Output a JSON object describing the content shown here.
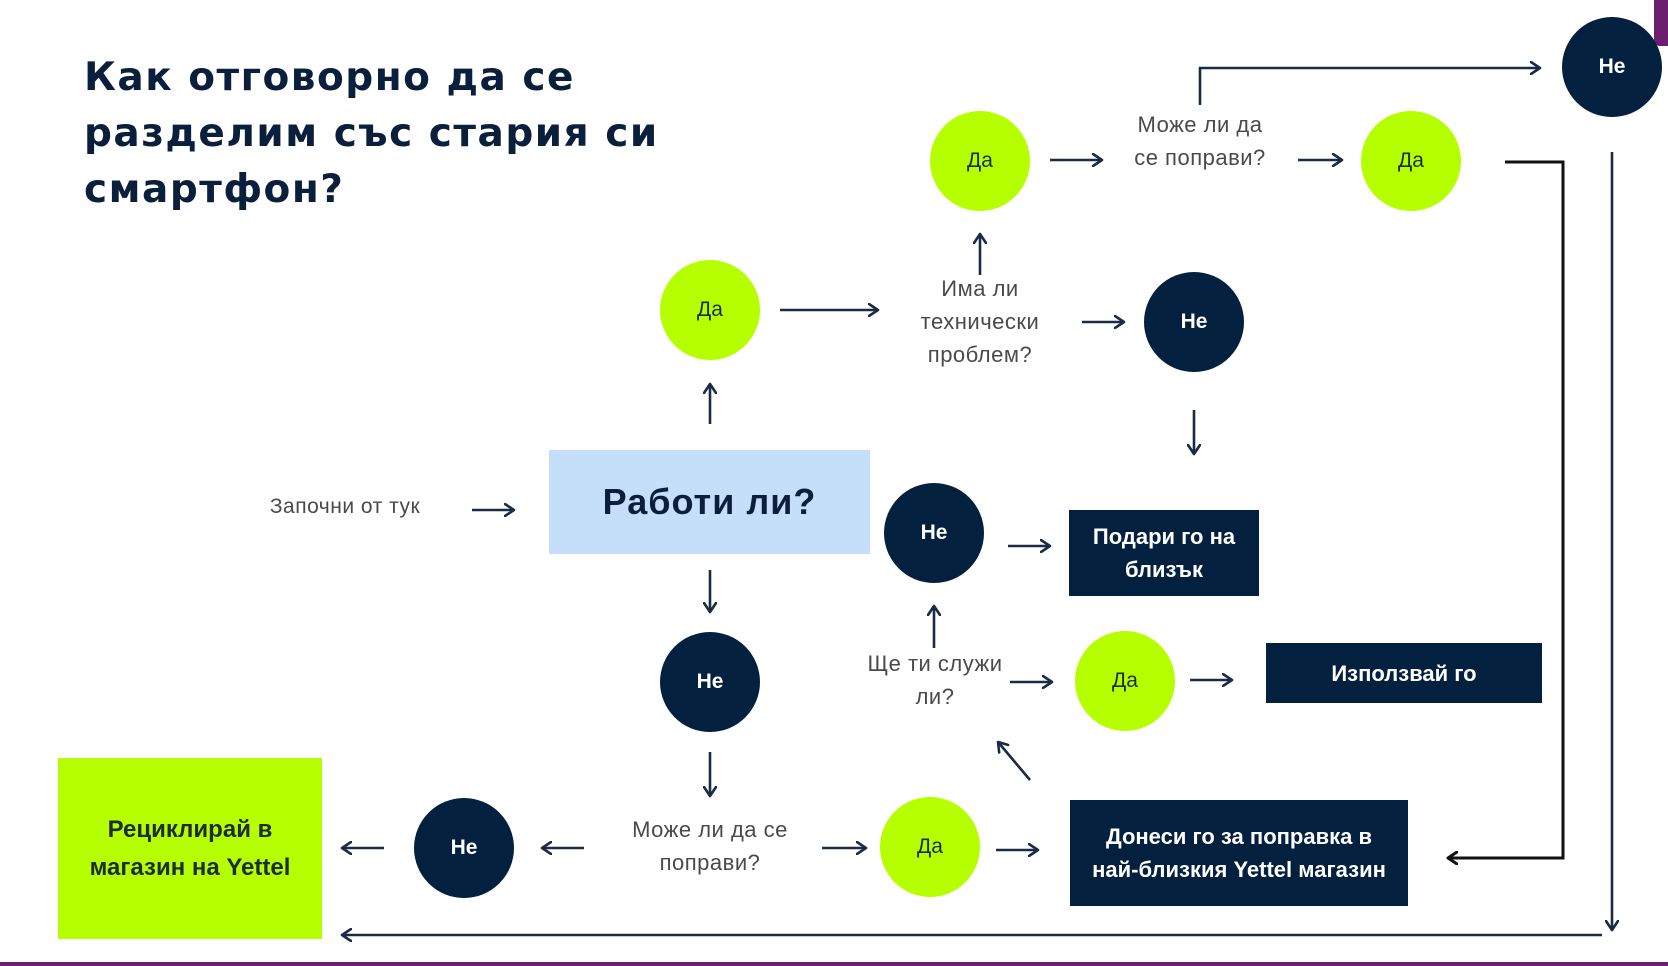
{
  "title": "Как отговорно да се разделим със стария си смартфон?",
  "start_label": "Започни от тук",
  "start_question": "Работи ли?",
  "nodes": {
    "yes_label": "Да",
    "no_label": "Не"
  },
  "questions": {
    "technical_problem": "Има ли технически проблем?",
    "can_be_fixed_top": "Може ли да се поправи?",
    "will_serve_you": "Ще ти служи ли?",
    "can_be_fixed_bottom": "Може ли да се поправи?"
  },
  "outcomes": {
    "gift": "Подари го на близък",
    "use_it": "Използвай го",
    "repair": "Донеси го за поправка в най-близкия Yettel магазин",
    "recycle": "Рециклирай в магазин на Yettel"
  },
  "colors": {
    "navy": "#03203f",
    "lime": "#b5ff00",
    "light_blue": "#c5dffb",
    "purple_accent": "#6b1f6e"
  }
}
